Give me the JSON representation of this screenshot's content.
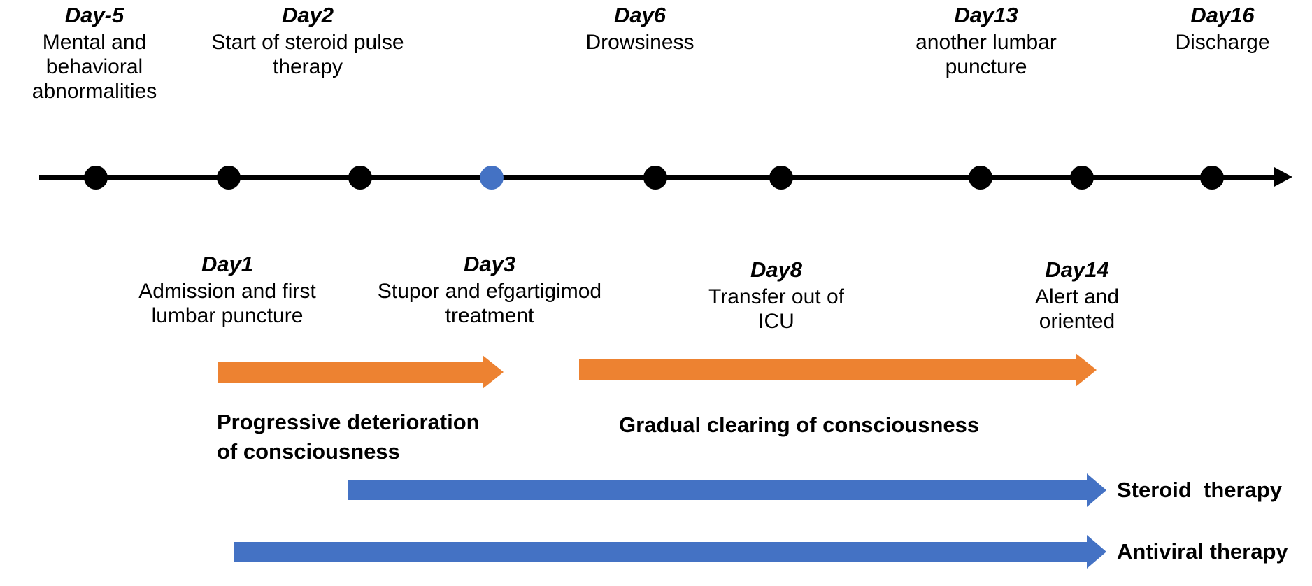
{
  "figure": {
    "kind": "clinical-case-timeline",
    "colors": {
      "axis": "#000000",
      "event_dot": "#000000",
      "highlight_dot": "#4472C4",
      "phase_arrow": "#ED8231",
      "therapy_arrow": "#4472C4"
    }
  },
  "timeline": {
    "axis_arrow_direction": "right",
    "markers": [
      {
        "id": "m1",
        "x_pct": 7.3,
        "color": "#000000",
        "event_ref": "Day-5"
      },
      {
        "id": "m2",
        "x_pct": 17.4,
        "color": "#000000",
        "event_ref": "Day1"
      },
      {
        "id": "m3",
        "x_pct": 27.4,
        "color": "#000000",
        "event_ref": "Day2"
      },
      {
        "id": "m4",
        "x_pct": 37.5,
        "color": "#4472C4",
        "event_ref": "Day3"
      },
      {
        "id": "m5",
        "x_pct": 49.9,
        "color": "#000000",
        "event_ref": "Day6"
      },
      {
        "id": "m6",
        "x_pct": 59.5,
        "color": "#000000",
        "event_ref": "Day8"
      },
      {
        "id": "m7",
        "x_pct": 74.7,
        "color": "#000000",
        "event_ref": "Day13"
      },
      {
        "id": "m8",
        "x_pct": 82.4,
        "color": "#000000",
        "event_ref": "Day14"
      },
      {
        "id": "m9",
        "x_pct": 92.3,
        "color": "#000000",
        "event_ref": "Day16"
      }
    ]
  },
  "events_above": [
    {
      "day": "Day-5",
      "desc": "Mental and behavioral abnormalities"
    },
    {
      "day": "Day2",
      "desc": "Start of steroid pulse therapy"
    },
    {
      "day": "Day6",
      "desc": "Drowsiness"
    },
    {
      "day": "Day13",
      "desc": "another lumbar puncture"
    },
    {
      "day": "Day16",
      "desc": "Discharge"
    }
  ],
  "events_below": [
    {
      "day": "Day1",
      "desc": "Admission and first lumbar puncture"
    },
    {
      "day": "Day3",
      "desc": "Stupor and efgartigimod treatment"
    },
    {
      "day": "Day8",
      "desc": "Transfer out of ICU"
    },
    {
      "day": "Day14",
      "desc": "Alert and oriented"
    }
  ],
  "phases": [
    {
      "id": "phase-deterioration",
      "caption": "Progressive deterioration\nof consciousness",
      "color": "#ED8231"
    },
    {
      "id": "phase-clearing",
      "caption": "Gradual clearing of consciousness",
      "color": "#ED8231"
    }
  ],
  "therapies": [
    {
      "id": "therapy-steroid",
      "label": "Steroid  therapy",
      "color": "#4472C4"
    },
    {
      "id": "therapy-antiviral",
      "label": "Antiviral therapy",
      "color": "#4472C4"
    }
  ]
}
